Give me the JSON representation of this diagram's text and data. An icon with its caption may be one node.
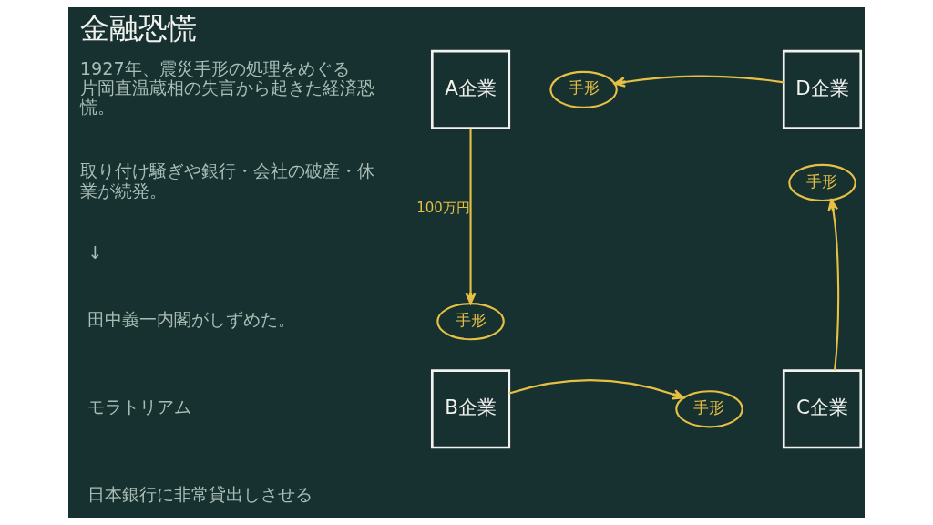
{
  "diagram": {
    "title": "金融恐慌",
    "nodes": [
      {
        "text": [
          "A企業"
        ]
      },
      {
        "text": [
          "手形"
        ]
      },
      {
        "text": [
          "D企業"
        ]
      },
      {
        "text": [
          "手形"
        ]
      },
      {
        "text": [
          "手形"
        ]
      },
      {
        "text": [
          "B企業"
        ]
      },
      {
        "text": [
          "手形"
        ]
      },
      {
        "text": [
          "C企業"
        ]
      }
    ],
    "edges": [
      {
        "from": 0,
        "to": 4,
        "arrow": "to",
        "label": "100万円"
      },
      {
        "from": 5,
        "to": 6,
        "arrow": "to"
      },
      {
        "from": 7,
        "to": 3,
        "arrow": "to"
      },
      {
        "from": 2,
        "to": 1,
        "arrow": "to"
      }
    ],
    "labels": [
      "1927年、震災手形の処理をめぐる片岡直温蔵相の失言から起きた経済恐慌。",
      "取り付け騒ぎや銀行・会社の破産・休業が続発。",
      "↓",
      "田中義一内閣がしずめた。",
      "モラトリアム",
      "日本銀行に非常貸出しさせる"
    ]
  }
}
